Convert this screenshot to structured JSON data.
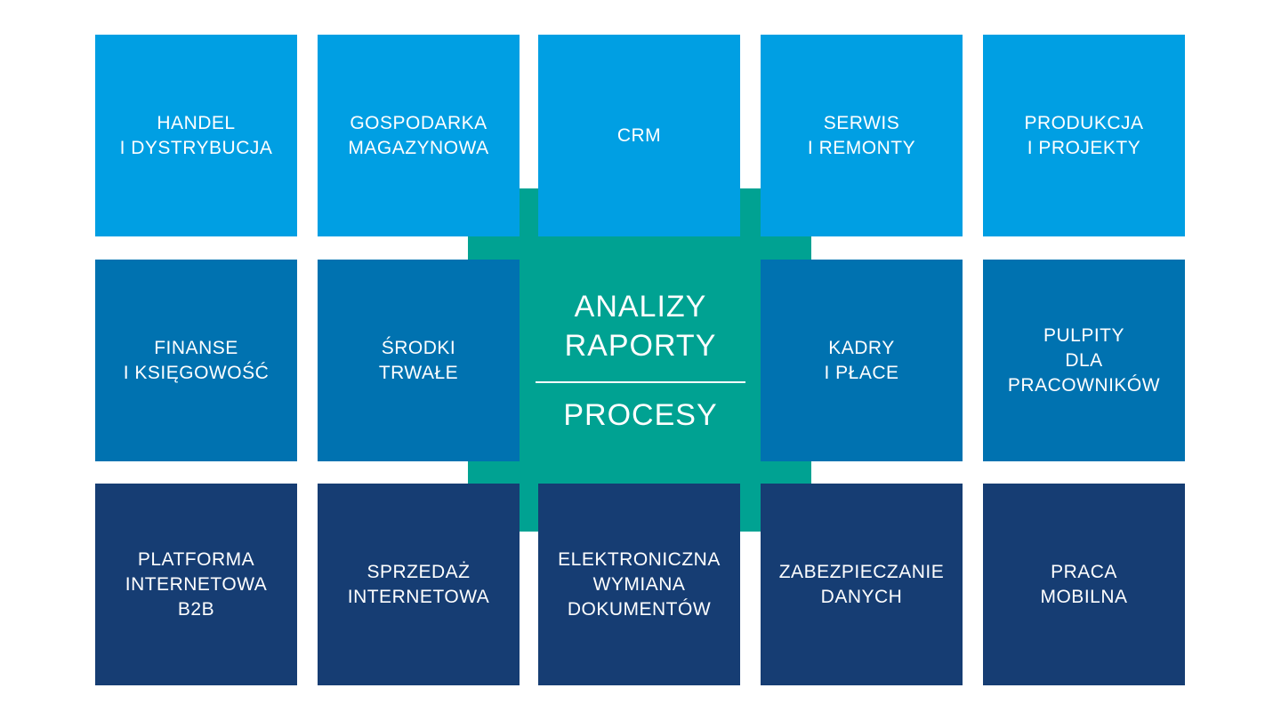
{
  "colors": {
    "row1": "#009fe3",
    "row2": "#0072b0",
    "row3": "#163d73",
    "center": "#00a292"
  },
  "tiles": [
    {
      "lines": [
        "HANDEL",
        "I DYSTRYBUCJA"
      ],
      "row": 1
    },
    {
      "lines": [
        "GOSPODARKA",
        "MAGAZYNOWA"
      ],
      "row": 1
    },
    {
      "lines": [
        "CRM"
      ],
      "row": 1
    },
    {
      "lines": [
        "SERWIS",
        "I REMONTY"
      ],
      "row": 1
    },
    {
      "lines": [
        "PRODUKCJA",
        "I PROJEKTY"
      ],
      "row": 1
    },
    {
      "lines": [
        "FINANSE",
        "I KSIĘGOWOŚĆ"
      ],
      "row": 2
    },
    {
      "lines": [
        "ŚRODKI",
        "TRWAŁE"
      ],
      "row": 2
    },
    {
      "lines": [
        "KADRY",
        "I PŁACE"
      ],
      "row": 2
    },
    {
      "lines": [
        "PULPITY",
        "DLA",
        "PRACOWNIKÓW"
      ],
      "row": 2
    },
    {
      "lines": [
        "PLATFORMA",
        "INTERNETOWA",
        "B2B"
      ],
      "row": 3
    },
    {
      "lines": [
        "SPRZEDAŻ",
        "INTERNETOWA"
      ],
      "row": 3
    },
    {
      "lines": [
        "ELEKTRONICZNA",
        "WYMIANA",
        "DOKUMENTÓW"
      ],
      "row": 3
    },
    {
      "lines": [
        "ZABEZPIECZANIE",
        "DANYCH"
      ],
      "row": 3
    },
    {
      "lines": [
        "PRACA",
        "MOBILNA"
      ],
      "row": 3
    }
  ],
  "center": {
    "top_lines": [
      "ANALIZY",
      "RAPORTY"
    ],
    "bottom_line": "PROCESY"
  }
}
